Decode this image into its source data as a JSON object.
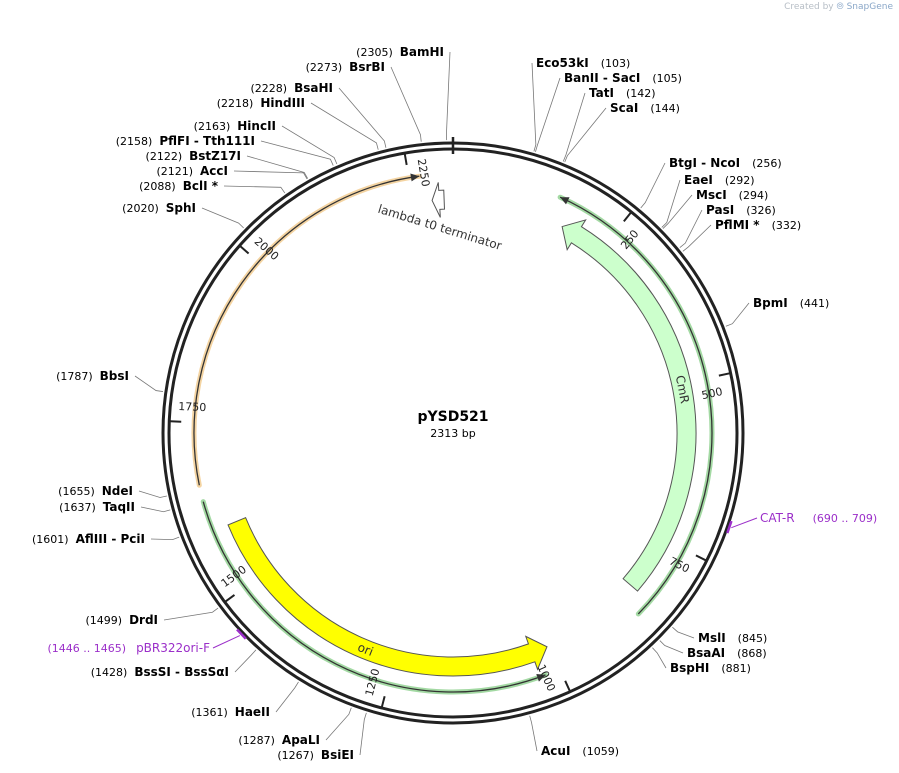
{
  "credit": {
    "prefix": "Created by",
    "brand": "SnapGene"
  },
  "plasmid": {
    "name": "pYSD521",
    "length_label": "2313 bp",
    "length": 2313
  },
  "ticks": [
    250,
    500,
    750,
    1000,
    1250,
    1500,
    1750,
    2000,
    2250
  ],
  "features": [
    {
      "label": "lambda t0 terminator",
      "start": 2280,
      "end": 2299,
      "strand": -1,
      "color": "#ffffff",
      "type": "terminator"
    },
    {
      "label": "CmR",
      "start": 179,
      "end": 839,
      "strand": -1,
      "color": "#ccffcc",
      "type": "cds"
    },
    {
      "label": "ori",
      "start": 1004,
      "end": 1592,
      "strand": -1,
      "color": "#ffff00",
      "type": "rep_origin"
    }
  ],
  "inner_arcs": [
    {
      "start": 157,
      "end": 863,
      "strand": -1,
      "color": "#33aa33"
    },
    {
      "start": 1660,
      "end": 2265,
      "strand": 1,
      "color": "#e6a030"
    },
    {
      "start": 1022,
      "end": 1636,
      "strand": -1,
      "color": "#33aa33"
    }
  ],
  "primers": [
    {
      "label": "CAT-R",
      "range": "(690 .. 709)",
      "pos": 699
    },
    {
      "label": "pBR322ori-F",
      "range": "(1446 .. 1465)",
      "pos": 1455
    }
  ],
  "sites": [
    {
      "name": "BamHI",
      "pos": "(2305)",
      "at": 2305
    },
    {
      "name": "BsrBI",
      "pos": "(2273)",
      "at": 2273
    },
    {
      "name": "BsaHI",
      "pos": "(2228)",
      "at": 2228
    },
    {
      "name": "HindIII",
      "pos": "(2218)",
      "at": 2218
    },
    {
      "name": "HincII",
      "pos": "(2163)",
      "at": 2163
    },
    {
      "name": "PflFI  - Tth111I",
      "pos": "(2158)",
      "at": 2158
    },
    {
      "name": "BstZ17I",
      "pos": "(2122)",
      "at": 2122
    },
    {
      "name": "AccI",
      "pos": "(2121)",
      "at": 2121
    },
    {
      "name": "BclI *",
      "pos": "(2088)",
      "at": 2088
    },
    {
      "name": "SphI",
      "pos": "(2020)",
      "at": 2020
    },
    {
      "name": "BbsI",
      "pos": "(1787)",
      "at": 1787
    },
    {
      "name": "NdeI",
      "pos": "(1655)",
      "at": 1655
    },
    {
      "name": "TaqII",
      "pos": "(1637)",
      "at": 1637
    },
    {
      "name": "AflIII  - PciI",
      "pos": "(1601)",
      "at": 1601
    },
    {
      "name": "DrdI",
      "pos": "(1499)",
      "at": 1499
    },
    {
      "name": "BssSI  - BssSαI",
      "pos": "(1428)",
      "at": 1428
    },
    {
      "name": "HaeII",
      "pos": "(1361)",
      "at": 1361
    },
    {
      "name": "ApaLI",
      "pos": "(1287)",
      "at": 1287
    },
    {
      "name": "BsiEI",
      "pos": "(1267)",
      "at": 1267
    },
    {
      "name": "Eco53kI",
      "pos": "(103)",
      "at": 103
    },
    {
      "name": "BanII  - SacI",
      "pos": "(105)",
      "at": 105
    },
    {
      "name": "TatI",
      "pos": "(142)",
      "at": 142
    },
    {
      "name": "ScaI",
      "pos": "(144)",
      "at": 144
    },
    {
      "name": "BtgI  - NcoI",
      "pos": "(256)",
      "at": 256
    },
    {
      "name": "EaeI",
      "pos": "(292)",
      "at": 292
    },
    {
      "name": "MscI",
      "pos": "(294)",
      "at": 294
    },
    {
      "name": "PasI",
      "pos": "(326)",
      "at": 326
    },
    {
      "name": "PflMI *",
      "pos": "(332)",
      "at": 332
    },
    {
      "name": "BpmI",
      "pos": "(441)",
      "at": 441
    },
    {
      "name": "MslI",
      "pos": "(845)",
      "at": 845
    },
    {
      "name": "BsaAI",
      "pos": "(868)",
      "at": 868
    },
    {
      "name": "BspHI",
      "pos": "(881)",
      "at": 881
    },
    {
      "name": "AcuI",
      "pos": "(1059)",
      "at": 1059
    }
  ]
}
